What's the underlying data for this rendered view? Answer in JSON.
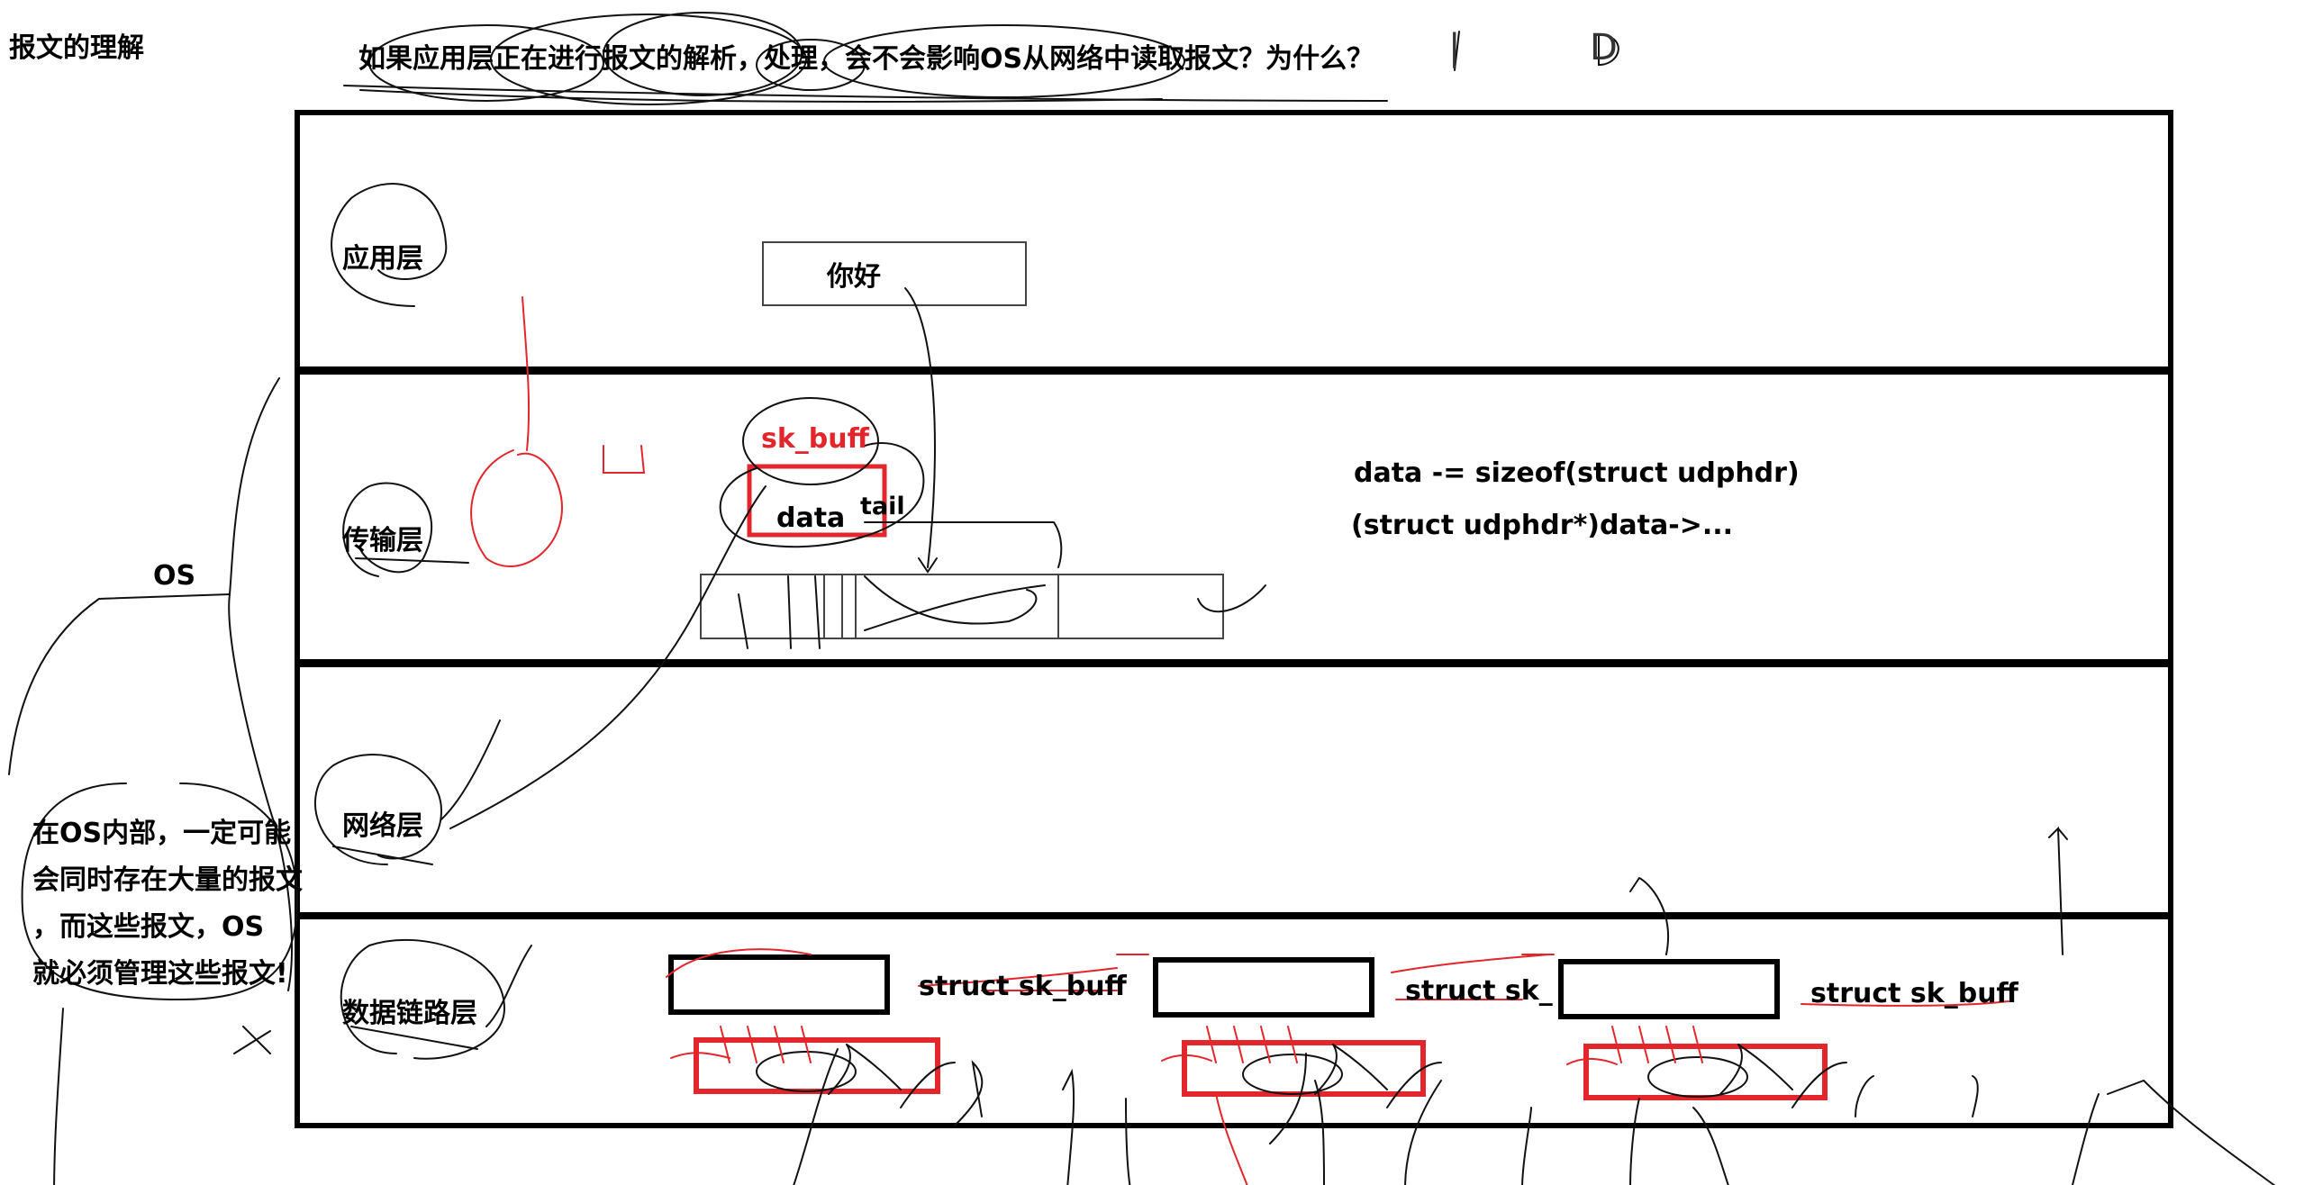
{
  "title": "报文的理解",
  "question": "如果应用层正在进行报文的解析，处理，会不会影响OS从网络中读取报文？为什么？",
  "os_label": "OS",
  "layers": {
    "application": "应用层",
    "transport": "传输层",
    "network": "网络层",
    "datalink": "数据链路层"
  },
  "payload_text": "你好",
  "sk_buff_label": "sk_buff",
  "data_label": "data",
  "tail_label": "tail",
  "code_lines": [
    "data -= sizeof(struct udphdr)",
    "(struct udphdr*)data->..."
  ],
  "struct_labels": [
    "struct sk_buff",
    "struct sk_",
    "struct sk_buff"
  ],
  "note_lines": [
    "在OS内部，一定可能",
    "会同时存在大量的报文",
    "，而这些报文，OS",
    "就必须管理这些报文!"
  ],
  "scribbles": {
    "top_mark_1": "|",
    "top_mark_2": "D"
  },
  "colors": {
    "ink": "#000000",
    "red": "#e3262b"
  }
}
